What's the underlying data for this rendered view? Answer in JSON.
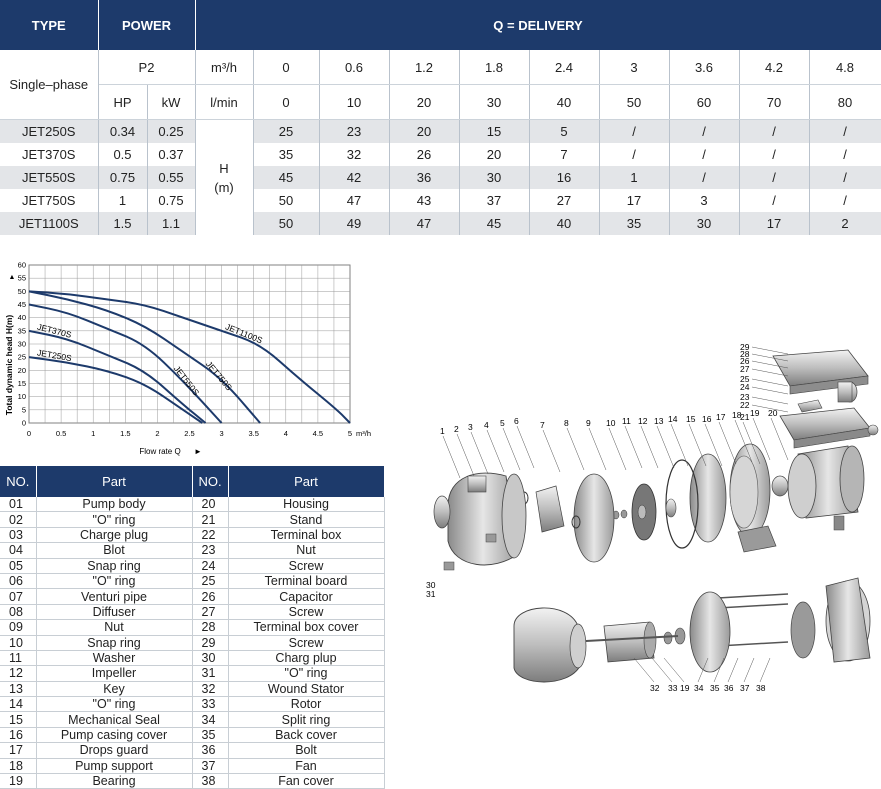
{
  "performance": {
    "headers": {
      "type": "TYPE",
      "power": "POWER",
      "delivery": "Q = DELIVERY"
    },
    "phase": "Single–phase",
    "p2": "P2",
    "hp": "HP",
    "kw": "kW",
    "unit_m3h": "m³/h",
    "unit_lmin": "l/min",
    "h_label": "H",
    "h_unit": "(m)",
    "flow_m3h": [
      "0",
      "0.6",
      "1.2",
      "1.8",
      "2.4",
      "3",
      "3.6",
      "4.2",
      "4.8"
    ],
    "flow_lmin": [
      "0",
      "10",
      "20",
      "30",
      "40",
      "50",
      "60",
      "70",
      "80"
    ],
    "models": [
      {
        "type": "JET250S",
        "hp": "0.34",
        "kw": "0.25",
        "h": [
          "25",
          "23",
          "20",
          "15",
          "5",
          "/",
          "/",
          "/",
          "/"
        ]
      },
      {
        "type": "JET370S",
        "hp": "0.5",
        "kw": "0.37",
        "h": [
          "35",
          "32",
          "26",
          "20",
          "7",
          "/",
          "/",
          "/",
          "/"
        ]
      },
      {
        "type": "JET550S",
        "hp": "0.75",
        "kw": "0.55",
        "h": [
          "45",
          "42",
          "36",
          "30",
          "16",
          "1",
          "/",
          "/",
          "/"
        ]
      },
      {
        "type": "JET750S",
        "hp": "1",
        "kw": "0.75",
        "h": [
          "50",
          "47",
          "43",
          "37",
          "27",
          "17",
          "3",
          "/",
          "/"
        ]
      },
      {
        "type": "JET1100S",
        "hp": "1.5",
        "kw": "1.1",
        "h": [
          "50",
          "49",
          "47",
          "45",
          "40",
          "35",
          "30",
          "17",
          "2"
        ]
      }
    ]
  },
  "chart_data": {
    "type": "line",
    "xlabel": "Flow rate Q",
    "ylabel": "Total dynamic head  H(m)",
    "x_unit": "m³/h",
    "xlim": [
      0,
      5
    ],
    "ylim": [
      0,
      60
    ],
    "x_ticks": [
      "0",
      "0.5",
      "1",
      "1.5",
      "2",
      "2.5",
      "3",
      "3.5",
      "4",
      "4.5",
      "5"
    ],
    "y_ticks": [
      "0",
      "5",
      "10",
      "15",
      "20",
      "25",
      "30",
      "35",
      "40",
      "45",
      "50",
      "55",
      "60"
    ],
    "grid": true,
    "series": [
      {
        "name": "JET250S",
        "x": [
          0,
          0.6,
          1.2,
          1.8,
          2.4,
          2.7
        ],
        "y": [
          25,
          23,
          20,
          15,
          5,
          0
        ]
      },
      {
        "name": "JET370S",
        "x": [
          0,
          0.6,
          1.2,
          1.8,
          2.4,
          2.75
        ],
        "y": [
          35,
          32,
          26,
          20,
          7,
          0
        ]
      },
      {
        "name": "JET550S",
        "x": [
          0,
          0.6,
          1.2,
          1.8,
          2.4,
          3.0
        ],
        "y": [
          45,
          42,
          36,
          30,
          16,
          0
        ]
      },
      {
        "name": "JET750S",
        "x": [
          0,
          0.6,
          1.2,
          1.8,
          2.4,
          3.0,
          3.6
        ],
        "y": [
          50,
          47,
          43,
          37,
          27,
          17,
          0
        ]
      },
      {
        "name": "JET1100S",
        "x": [
          0,
          0.6,
          1.2,
          1.8,
          2.4,
          3.0,
          3.6,
          4.2,
          4.8,
          5.0
        ],
        "y": [
          50,
          49,
          47,
          45,
          40,
          35,
          30,
          17,
          5,
          0
        ]
      }
    ]
  },
  "parts": {
    "headers": {
      "no": "NO.",
      "part": "Part"
    },
    "items": [
      {
        "no": "01",
        "name": "Pump body"
      },
      {
        "no": "02",
        "name": "\"O\" ring"
      },
      {
        "no": "03",
        "name": "Charge plug"
      },
      {
        "no": "04",
        "name": "Blot"
      },
      {
        "no": "05",
        "name": "Snap ring"
      },
      {
        "no": "06",
        "name": "\"O\" ring"
      },
      {
        "no": "07",
        "name": "Venturi pipe"
      },
      {
        "no": "08",
        "name": "Diffuser"
      },
      {
        "no": "09",
        "name": "Nut"
      },
      {
        "no": "10",
        "name": "Snap ring"
      },
      {
        "no": "11",
        "name": "Washer"
      },
      {
        "no": "12",
        "name": "Impeller"
      },
      {
        "no": "13",
        "name": "Key"
      },
      {
        "no": "14",
        "name": "\"O\" ring"
      },
      {
        "no": "15",
        "name": "Mechanical Seal"
      },
      {
        "no": "16",
        "name": "Pump casing cover"
      },
      {
        "no": "17",
        "name": "Drops guard"
      },
      {
        "no": "18",
        "name": "Pump support"
      },
      {
        "no": "19",
        "name": "Bearing"
      },
      {
        "no": "20",
        "name": "Housing"
      },
      {
        "no": "21",
        "name": "Stand"
      },
      {
        "no": "22",
        "name": "Terminal box"
      },
      {
        "no": "23",
        "name": "Nut"
      },
      {
        "no": "24",
        "name": "Screw"
      },
      {
        "no": "25",
        "name": "Terminal board"
      },
      {
        "no": "26",
        "name": "Capacitor"
      },
      {
        "no": "27",
        "name": "Screw"
      },
      {
        "no": "28",
        "name": "Terminal box cover"
      },
      {
        "no": "29",
        "name": "Screw"
      },
      {
        "no": "30",
        "name": "Charg plup"
      },
      {
        "no": "31",
        "name": "\"O\" ring"
      },
      {
        "no": "32",
        "name": "Wound Stator"
      },
      {
        "no": "33",
        "name": "Rotor"
      },
      {
        "no": "34",
        "name": "Split ring"
      },
      {
        "no": "35",
        "name": "Back cover"
      },
      {
        "no": "36",
        "name": "Bolt"
      },
      {
        "no": "37",
        "name": "Fan"
      },
      {
        "no": "38",
        "name": "Fan cover"
      }
    ]
  },
  "diagram": {
    "top_labels": [
      "1",
      "2",
      "3",
      "4",
      "5",
      "6",
      "7",
      "8",
      "9",
      "10",
      "11",
      "12",
      "13",
      "14",
      "15",
      "16",
      "17",
      "18",
      "19",
      "20",
      "21"
    ],
    "box_labels": [
      "29",
      "28",
      "26",
      "27",
      "25",
      "24",
      "23",
      "22"
    ],
    "side_labels": [
      "30",
      "31"
    ],
    "bottom_labels": [
      "32",
      "33",
      "19",
      "34",
      "35",
      "36",
      "37",
      "38"
    ]
  }
}
